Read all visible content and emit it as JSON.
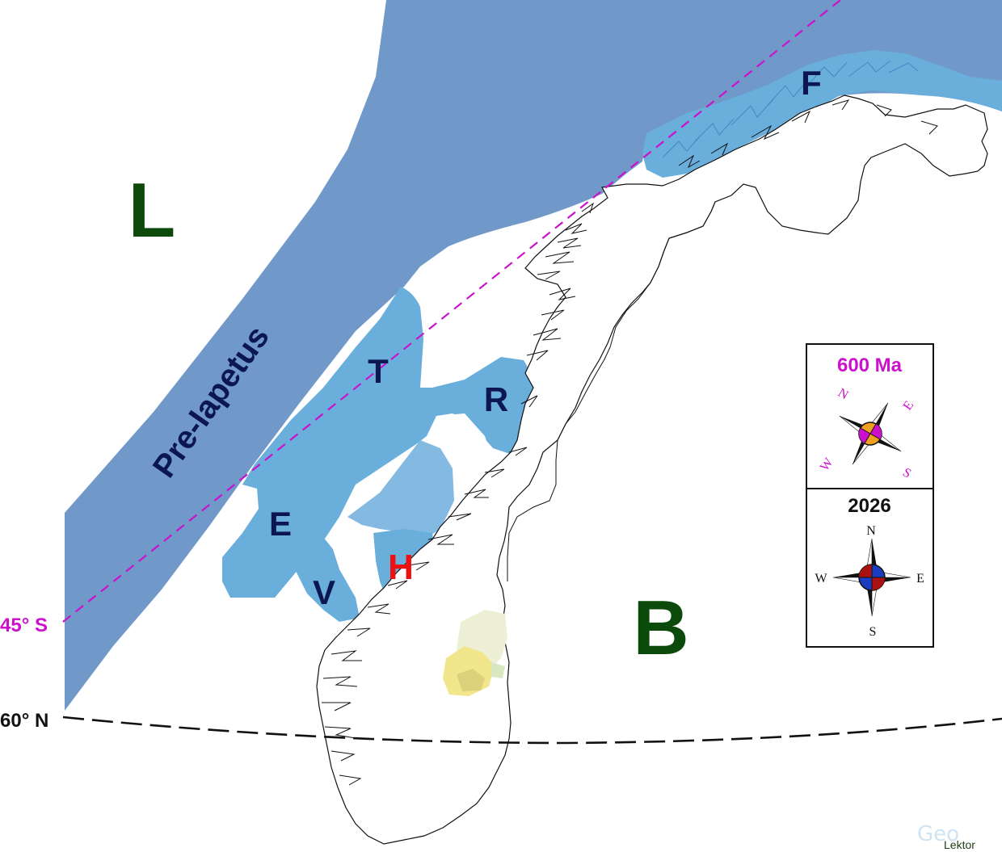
{
  "regions": {
    "L": "L",
    "B": "B",
    "pre_iapetus": "Pre-Iapetus",
    "F": "F",
    "T": "T",
    "R": "R",
    "E": "E",
    "H": "H",
    "V": "V"
  },
  "latitudes": {
    "paleo": "45° S",
    "modern": "60° N"
  },
  "legend": {
    "past": {
      "title": "600 Ma",
      "n": "N",
      "e": "E",
      "s": "S",
      "w": "W",
      "title_color": "#cc11cc"
    },
    "present": {
      "title": "2026",
      "n": "N",
      "e": "E",
      "s": "S",
      "w": "W"
    }
  },
  "watermark": {
    "geo": "Geo",
    "lektor": "Lektor"
  },
  "colors": {
    "ocean": "#7099c9",
    "shelf": "#6aaedb",
    "shelf_light": "#84b9e1",
    "region_label": "#0c1650",
    "continent_label": "#0b4a0b",
    "highlight": "#ee1111",
    "paleo_line": "#cc11cc"
  }
}
